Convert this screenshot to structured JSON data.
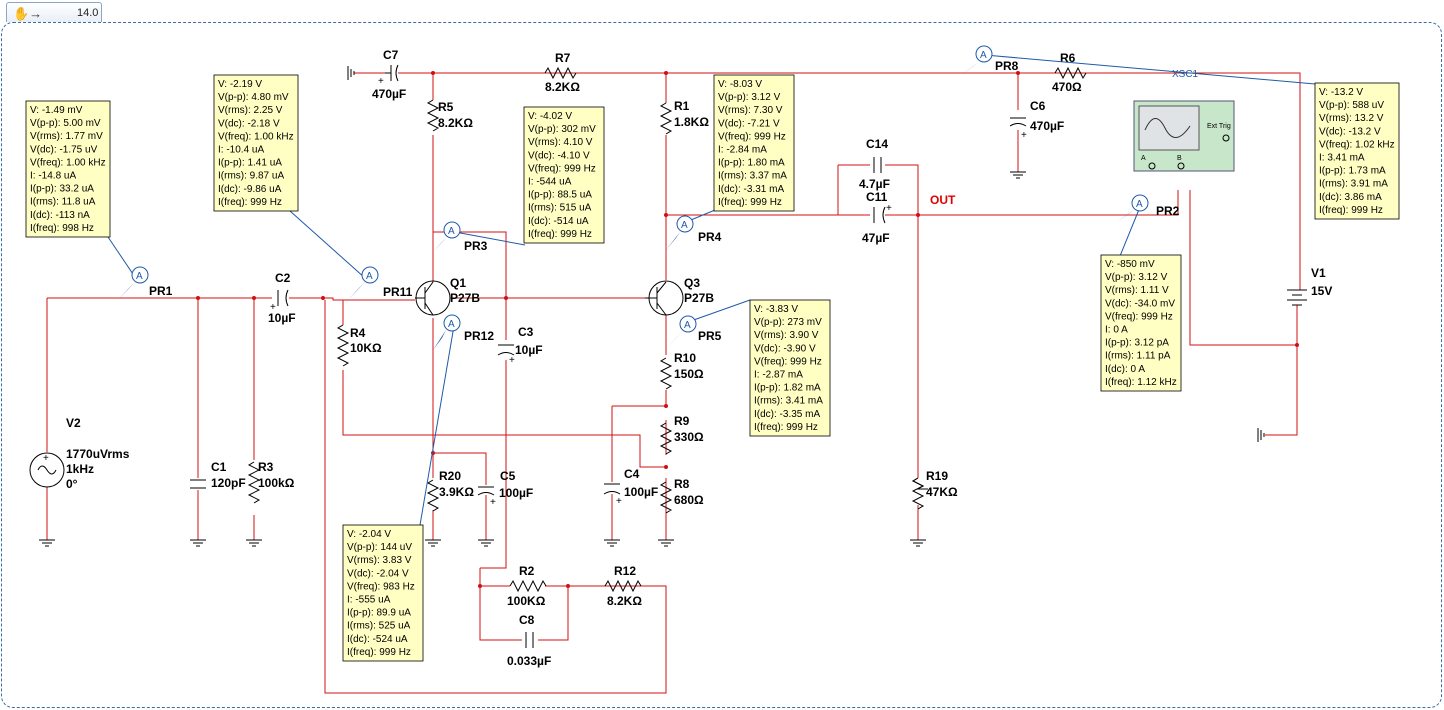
{
  "tab": {
    "zoom": "14.0",
    "tool_glyph": "✋→"
  },
  "labels": {
    "C7": "C7",
    "C7_val": "470µF",
    "R7": "R7",
    "R7_val": "8.2KΩ",
    "R6": "R6",
    "R6_val": "470Ω",
    "PR8": "PR8",
    "XSC1": "XSC1",
    "C6": "C6",
    "C6_val": "470µF",
    "R5": "R5",
    "R5_val": "8.2KΩ",
    "R1": "R1",
    "R1_val": "1.8KΩ",
    "C14": "C14",
    "C14_val": "4.7µF",
    "C11": "C11",
    "C11_val": "47µF",
    "OUT": "OUT",
    "PR3": "PR3",
    "PR4": "PR4",
    "PR2": "PR2",
    "PR1": "PR1",
    "PR11": "PR11",
    "PR12": "PR12",
    "PR5": "PR5",
    "Q1": "Q1",
    "Q1_val": "P27B",
    "Q3": "Q3",
    "Q3_val": "P27B",
    "C2": "C2",
    "C2_val": "10µF",
    "R4": "R4",
    "R4_val": "10KΩ",
    "C3": "C3",
    "C3_val": "10µF",
    "R10": "R10",
    "R10_val": "150Ω",
    "R9": "R9",
    "R9_val": "330Ω",
    "C4": "C4",
    "C4_val": "100µF",
    "R8": "R8",
    "R8_val": "680Ω",
    "V2": "V2",
    "V2_amp": "1770uVrms",
    "V2_freq": "1kHz",
    "V2_phase": "0°",
    "C1": "C1",
    "C1_val": "120pF",
    "R3": "R3",
    "R3_val": "100kΩ",
    "R20": "R20",
    "R20_val": "3.9KΩ",
    "C5": "C5",
    "C5_val": "100µF",
    "R19": "R19",
    "R19_val": "47KΩ",
    "R2": "R2",
    "R2_val": "100KΩ",
    "R12": "R12",
    "R12_val": "8.2KΩ",
    "C8": "C8",
    "C8_val": "0.033µF",
    "V1": "V1",
    "V1_val": "15V",
    "scope_ext": "Ext Trig",
    "scope_a": "A",
    "scope_b": "B"
  },
  "probes": {
    "PR1": [
      "V: -1.49 mV",
      "V(p-p): 5.00 mV",
      "V(rms): 1.77 mV",
      "V(dc): -1.75 uV",
      "V(freq): 1.00 kHz",
      "I: -14.8 uA",
      "I(p-p): 33.2 uA",
      "I(rms): 11.8 uA",
      "I(dc): -113 nA",
      "I(freq): 998 Hz"
    ],
    "PR11": [
      "V: -2.19 V",
      "V(p-p): 4.80 mV",
      "V(rms): 2.25 V",
      "V(dc): -2.18 V",
      "V(freq): 1.00 kHz",
      "I: -10.4 uA",
      "I(p-p): 1.41 uA",
      "I(rms): 9.87 uA",
      "I(dc): -9.86 uA",
      "I(freq): 999 Hz"
    ],
    "PR3": [
      "V: -4.02 V",
      "V(p-p): 302 mV",
      "V(rms): 4.10 V",
      "V(dc): -4.10 V",
      "V(freq): 999 Hz",
      "I: -544 uA",
      "I(p-p): 88.5 uA",
      "I(rms): 515 uA",
      "I(dc): -514 uA",
      "I(freq): 999 Hz"
    ],
    "PR4": [
      "V: -8.03 V",
      "V(p-p): 3.12 V",
      "V(rms): 7.30 V",
      "V(dc): -7.21 V",
      "V(freq): 999 Hz",
      "I: -2.84 mA",
      "I(p-p): 1.80 mA",
      "I(rms): 3.37 mA",
      "I(dc): -3.31 mA",
      "I(freq): 999 Hz"
    ],
    "PR8": [
      "V: -13.2 V",
      "V(p-p): 588 uV",
      "V(rms): 13.2 V",
      "V(dc): -13.2 V",
      "V(freq): 1.02 kHz",
      "I: 3.41 mA",
      "I(p-p): 1.73 mA",
      "I(rms): 3.91 mA",
      "I(dc): 3.86 mA",
      "I(freq): 999 Hz"
    ],
    "PR2": [
      "V: -850 mV",
      "V(p-p): 3.12 V",
      "V(rms): 1.11 V",
      "V(dc): -34.0 mV",
      "V(freq): 999 Hz",
      "I: 0 A",
      "I(p-p): 3.12 pA",
      "I(rms): 1.11 pA",
      "I(dc): 0 A",
      "I(freq): 1.12 kHz"
    ],
    "PR5": [
      "V: -3.83 V",
      "V(p-p): 273 mV",
      "V(rms): 3.90 V",
      "V(dc): -3.90 V",
      "V(freq): 999 Hz",
      "I: -2.87 mA",
      "I(p-p): 1.82 mA",
      "I(rms): 3.41 mA",
      "I(dc): -3.35 mA",
      "I(freq): 999 Hz"
    ],
    "PR12": [
      "V: -2.04 V",
      "V(p-p): 144 uV",
      "V(rms): 3.83 V",
      "V(dc): -2.04 V",
      "V(freq): 983 Hz",
      "I: -555 uA",
      "I(p-p): 89.9 uA",
      "I(rms): 525 uA",
      "I(dc): -524 uA",
      "I(freq): 999 Hz"
    ]
  },
  "colors": {
    "wire": "#d01010",
    "probe_link": "#1f5aa8",
    "probe_box": "#ffffc4",
    "out_label": "#e00000",
    "sheet_border": "#3a6ea5"
  }
}
